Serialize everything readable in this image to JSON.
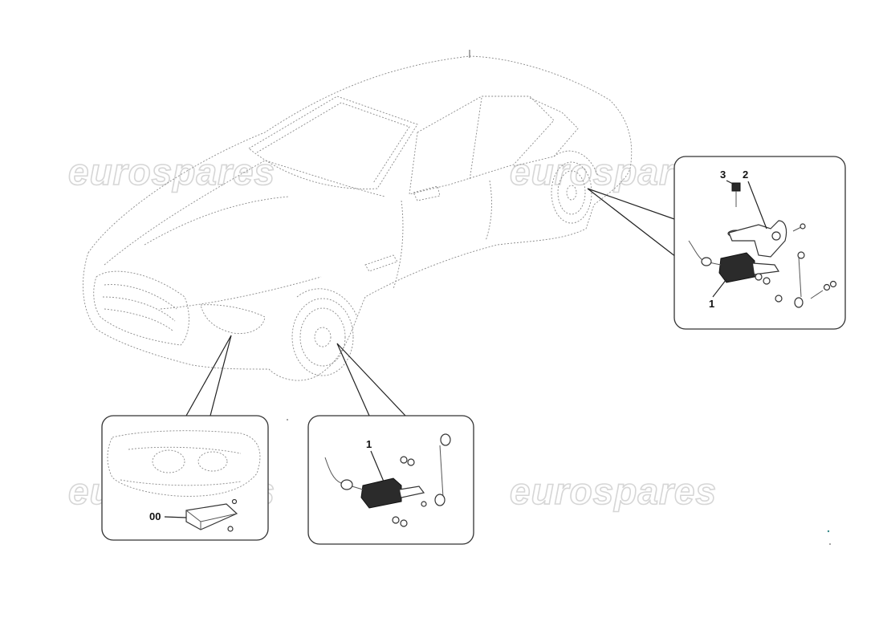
{
  "watermark": {
    "text": "eurospares"
  },
  "callouts": {
    "rear_inset": {
      "bolt": "3",
      "bracket": "2",
      "sensor": "1"
    },
    "front_wheel_inset": {
      "sensor": "1"
    },
    "headlight_inset": {
      "module": "00"
    }
  },
  "icons": {
    "car": "car-outline-icon",
    "sensor": "level-sensor-icon",
    "bracket": "bracket-icon",
    "bolt": "bolt-icon",
    "control_unit": "control-unit-icon",
    "headlight": "headlight-icon"
  },
  "colors": {
    "line": "#8a8a8a",
    "watermark": "#d6d6d6",
    "ink": "#111111"
  }
}
